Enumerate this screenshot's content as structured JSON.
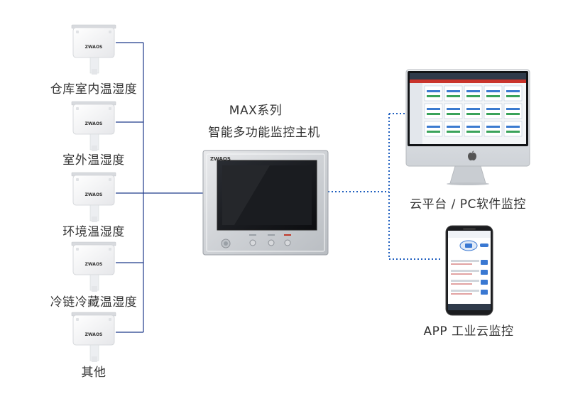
{
  "sensors": [
    {
      "logo": "ZWAOS",
      "label": "仓库室内温湿度"
    },
    {
      "logo": "ZWAOS",
      "label": "室外温湿度"
    },
    {
      "logo": "ZWAOS",
      "label": "环境温湿度"
    },
    {
      "logo": "ZWAOS",
      "label": "冷链冷藏温湿度"
    },
    {
      "logo": "ZWAOS",
      "label": ""
    }
  ],
  "sensor_last_label": "其他",
  "host": {
    "title_line1": "MAX系列",
    "title_line2": "智能多功能监控主机",
    "logo": "ZWAOS"
  },
  "outputs": {
    "pc_label": "云平台 / PC软件监控",
    "app_label": "APP 工业云监控",
    "pc_logo_icon": "apple-logo-icon"
  },
  "colors": {
    "bus_line": "#1f3a8a",
    "dotted_line": "#1f5fbf",
    "label_text": "#333333"
  }
}
